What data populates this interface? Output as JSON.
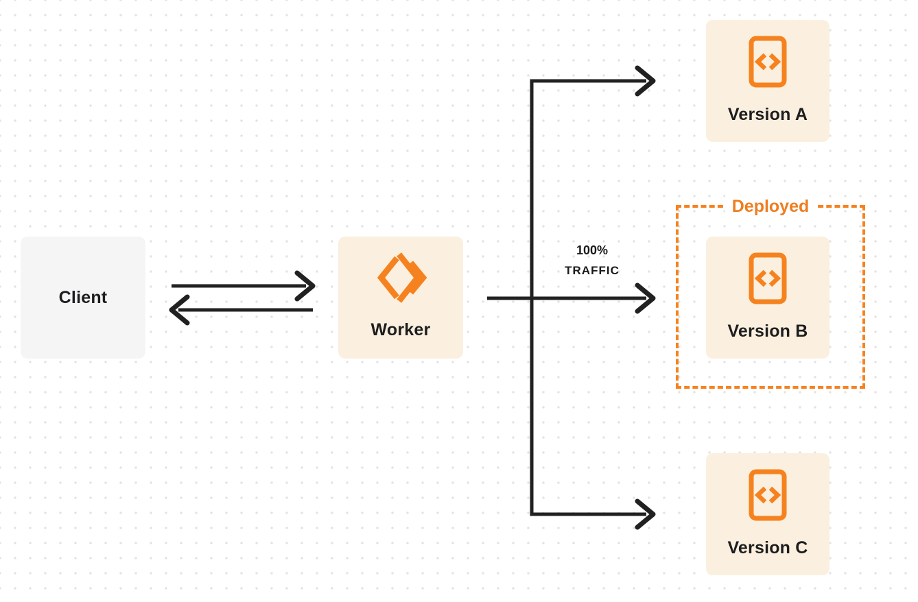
{
  "colors": {
    "accent_orange": "#F6821F",
    "deployed_text_orange": "#EE7D1F",
    "node_cream_background": "#FBF0DF",
    "client_gray_background": "#F5F5F6",
    "line_dark": "#212121",
    "text_dark": "#1D1D1F",
    "dot_grid": "#E2E2E2"
  },
  "nodes": {
    "client": {
      "label": "Client"
    },
    "worker": {
      "label": "Worker",
      "icon": "cloudflare-workers-icon"
    },
    "version_a": {
      "label": "Version A",
      "icon": "code-file-icon"
    },
    "version_b": {
      "label": "Version B",
      "icon": "code-file-icon"
    },
    "version_c": {
      "label": "Version C",
      "icon": "code-file-icon"
    }
  },
  "group": {
    "deployed_label": "Deployed"
  },
  "edges": {
    "traffic_label_line1": "100%",
    "traffic_label_line2": "TRAFFIC"
  }
}
